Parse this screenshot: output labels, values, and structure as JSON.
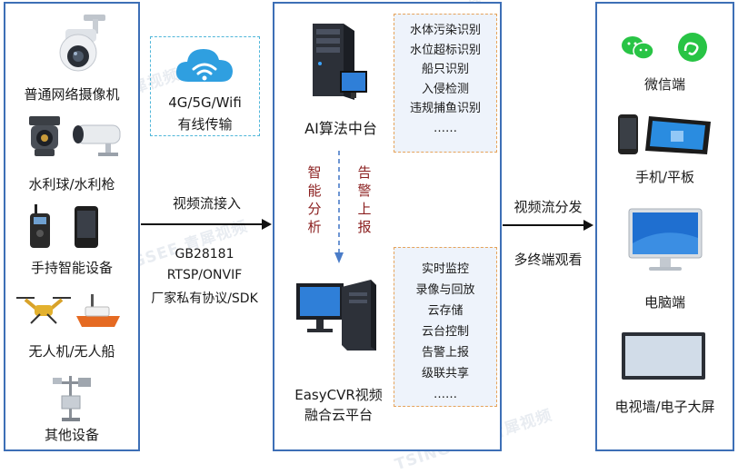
{
  "left_panel": {
    "devices": [
      {
        "label": "普通网络摄像机",
        "icon": "dome-camera-icon"
      },
      {
        "label": "水利球/水利枪",
        "icon": "bullet-camera-icon"
      },
      {
        "label": "手持智能设备",
        "icon": "handheld-device-icon"
      },
      {
        "label": "无人机/无人船",
        "icon": "drone-icon"
      },
      {
        "label": "其他设备",
        "icon": "sensor-pole-icon"
      }
    ]
  },
  "transmission": {
    "line1": "4G/5G/Wifi",
    "line2": "有线传输",
    "icon": "cloud-wifi-icon"
  },
  "ingest": {
    "arrow_label": "视频流接入",
    "protocols": [
      "GB28181",
      "RTSP/ONVIF",
      "厂家私有协议/SDK"
    ]
  },
  "center_panel": {
    "ai_label": "AI算法中台",
    "ai_features": [
      "水体污染识别",
      "水位超标识别",
      "船只识别",
      "入侵检测",
      "违规捕鱼识别",
      "……"
    ],
    "flow_left": [
      "智",
      "能",
      "分",
      "析"
    ],
    "flow_right": [
      "告",
      "警",
      "上",
      "报"
    ],
    "platform_label_line1": "EasyCVR视频",
    "platform_label_line2": "融合云平台",
    "platform_features": [
      "实时监控",
      "录像与回放",
      "云存储",
      "云台控制",
      "告警上报",
      "级联共享",
      "……"
    ]
  },
  "distribute": {
    "label_top": "视频流分发",
    "label_bottom": "多终端观看"
  },
  "right_panel": {
    "terminals": [
      {
        "label": "微信端",
        "icon": "wechat-icon"
      },
      {
        "label": "手机/平板",
        "icon": "phone-tablet-icon"
      },
      {
        "label": "电脑端",
        "icon": "monitor-icon"
      },
      {
        "label": "电视墙/电子大屏",
        "icon": "tv-screen-icon"
      }
    ]
  },
  "watermark": "TSINGSEE 青犀视频",
  "colors": {
    "panel_border": "#3d6fb6",
    "dashed_orange": "#e6a35a",
    "feature_bg": "#eef3fb",
    "flow_red": "#8b1f1f",
    "flow_blue": "#4a7cc8"
  }
}
